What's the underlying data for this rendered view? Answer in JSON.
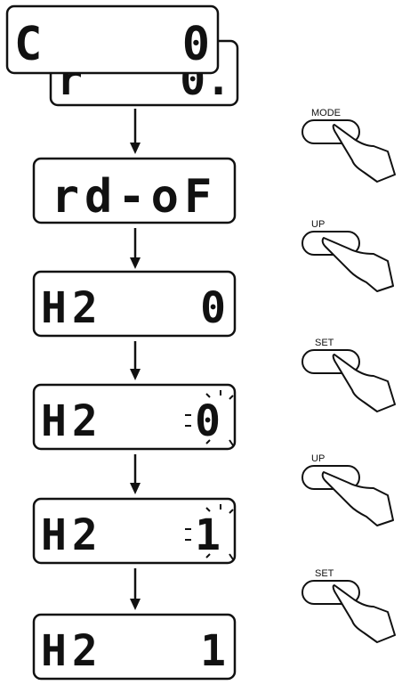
{
  "steps": [
    {
      "left": "C",
      "right": "0",
      "blink": false
    },
    {
      "left": "r",
      "right": "0.",
      "blink": false
    },
    {
      "left": "rd-oF",
      "right": "",
      "blink": false
    },
    {
      "left": "H2",
      "right": "0",
      "blink": false
    },
    {
      "left": "H2",
      "right": "0",
      "blink": true
    },
    {
      "left": "H2",
      "right": "1",
      "blink": true
    },
    {
      "left": "H2",
      "right": "1",
      "blink": false
    }
  ],
  "buttons": [
    "MODE",
    "UP",
    "SET",
    "UP",
    "SET"
  ]
}
